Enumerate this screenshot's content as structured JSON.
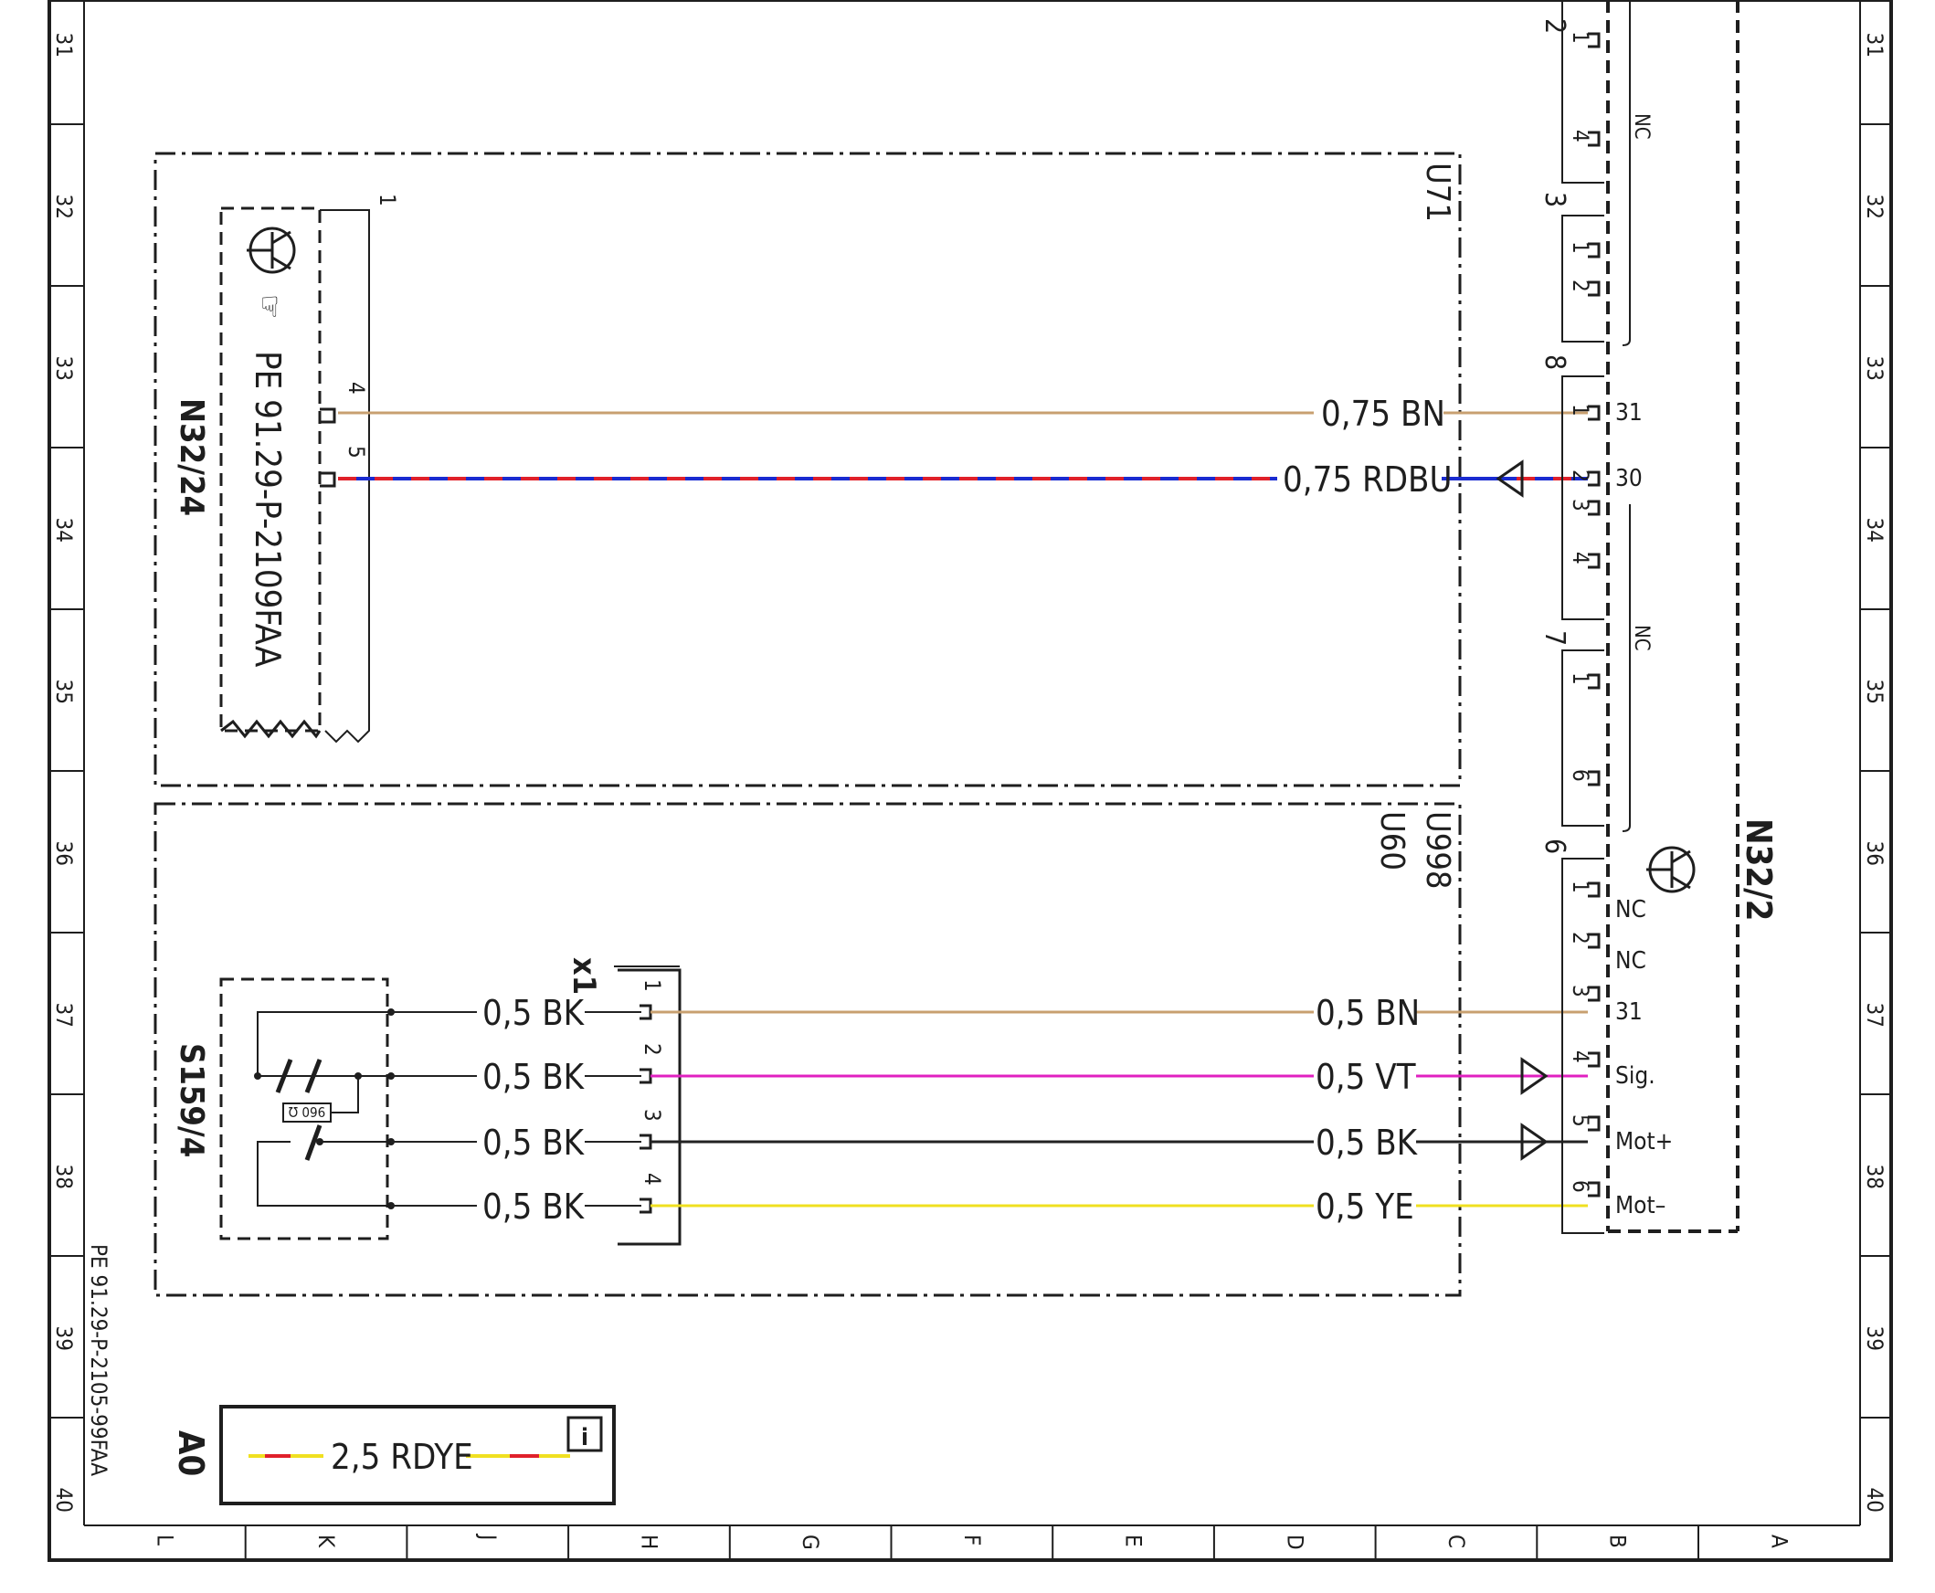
{
  "border": {
    "row_labels": [
      "31",
      "32",
      "33",
      "34",
      "35",
      "36",
      "37",
      "38",
      "39",
      "40"
    ],
    "col_labels": [
      "L",
      "K",
      "J",
      "H",
      "G",
      "F",
      "E",
      "D",
      "C",
      "B",
      "A"
    ]
  },
  "side_ref": "PE 91.29-P-2105-99FAA",
  "components": {
    "u71": {
      "label": "U71"
    },
    "u998": {
      "label": "U998"
    },
    "u60": {
      "label": "U60"
    },
    "n32_24": {
      "label": "N32/24",
      "ref": "PE 91.29-P-2109FAA",
      "pins": [
        "1",
        "4",
        "5"
      ]
    },
    "s159_4": {
      "label": "S159/4",
      "resistor": "960 Ω"
    },
    "x1": {
      "label": "x1",
      "pins": [
        "1",
        "2",
        "3",
        "4"
      ]
    },
    "n32_2": {
      "label": "N32/2"
    },
    "a0": {
      "label": "A0",
      "wire": "2,5 RDYE"
    }
  },
  "connectors": [
    {
      "num": "2",
      "pins": [
        "1",
        "4"
      ]
    },
    {
      "num": "3",
      "pins": [
        "1",
        "2"
      ]
    },
    {
      "num": "8",
      "pins": [
        "1",
        "2",
        "3",
        "4"
      ]
    },
    {
      "num": "7",
      "pins": [
        "1",
        "6"
      ]
    },
    {
      "num": "6",
      "pins": [
        "1",
        "2",
        "3",
        "4",
        "5",
        "6"
      ]
    }
  ],
  "module_pins": [
    "NC",
    "31",
    "30",
    "NC",
    "NC",
    "NC",
    "31",
    "Sig.",
    "Mot+",
    "Mot–"
  ],
  "wires": {
    "bn_top": {
      "label": "0,75 BN",
      "color": "#c8a070"
    },
    "rdbu": {
      "label": "0,75 RDBU",
      "colors": [
        "#e0202a",
        "#1a2bd0"
      ]
    },
    "bk1": {
      "label": "0,5 BK"
    },
    "bk2": {
      "label": "0,5 BK"
    },
    "bk3": {
      "label": "0,5 BK"
    },
    "bk4": {
      "label": "0,5 BK"
    },
    "bn": {
      "label": "0,5 BN",
      "color": "#c8a070"
    },
    "vt": {
      "label": "0,5 VT",
      "color": "#e020c0"
    },
    "bk": {
      "label": "0,5 BK",
      "color": "#222222"
    },
    "ye": {
      "label": "0,5 YE",
      "color": "#f0e020"
    }
  },
  "colors": {
    "ink": "#1e1e1e",
    "brown": "#c8a070",
    "red": "#e0202a",
    "blue": "#1a2bd0",
    "violet": "#e020c0",
    "yellow": "#f0e020"
  }
}
